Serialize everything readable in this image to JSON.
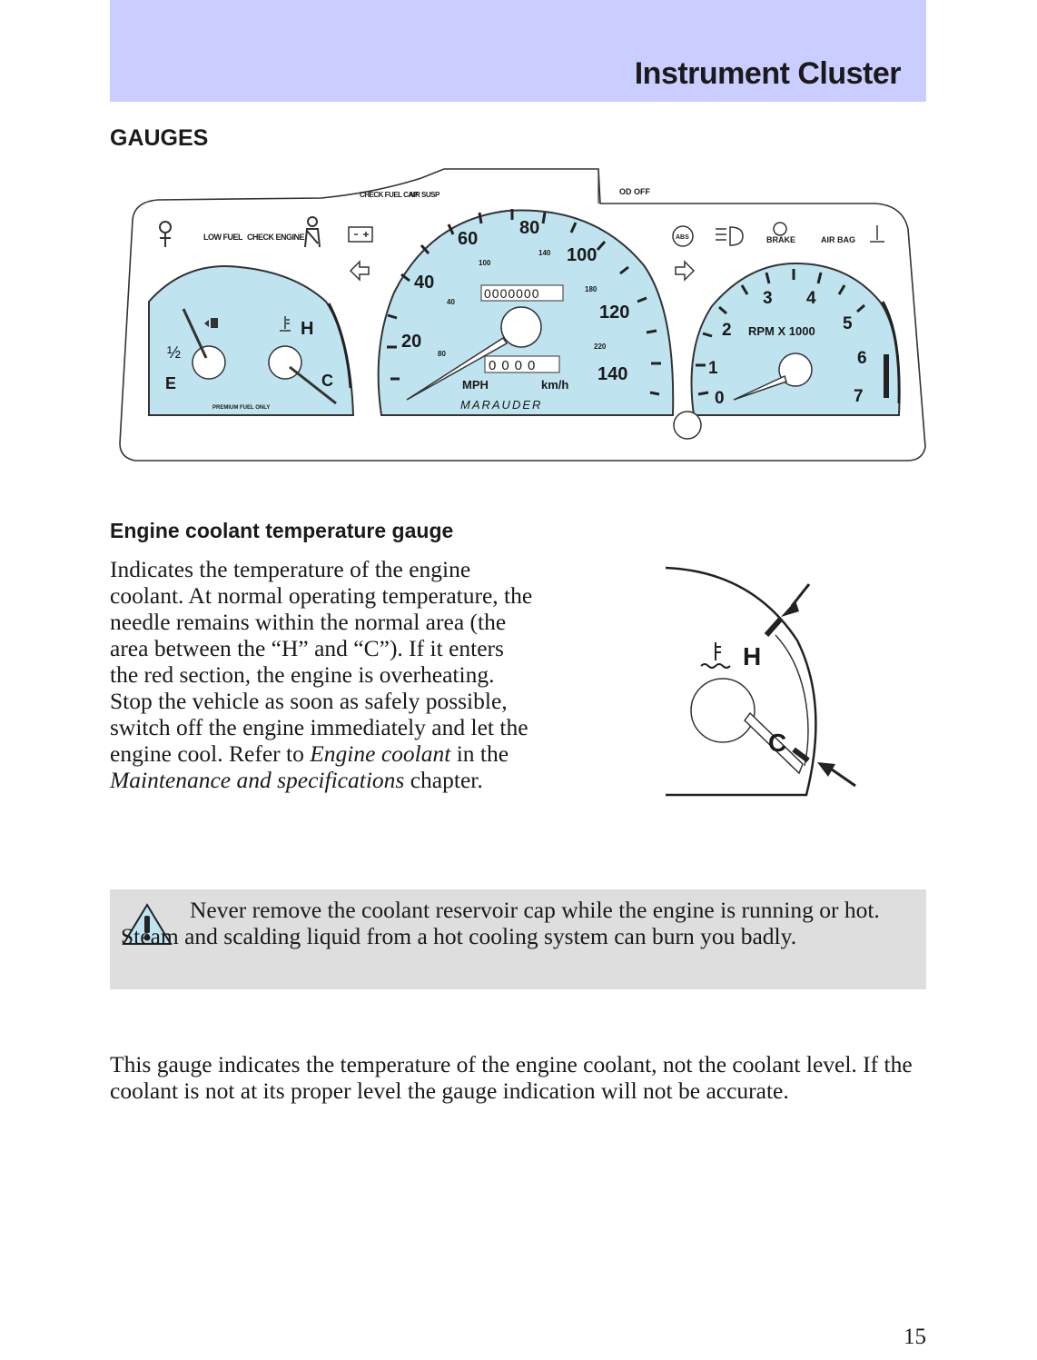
{
  "header": {
    "title": "Instrument Cluster",
    "band_color": "#cacdff"
  },
  "section_title": "GAUGES",
  "cluster": {
    "gauge_fill_color": "#bfe4f0",
    "indicators_left": [
      "LOW FUEL",
      "CHECK ENGINE"
    ],
    "indicators_top": [
      "CHECK FUEL CAP",
      "AIR SUSP",
      "OD OFF"
    ],
    "indicators_right": [
      "BRAKE",
      "AIR BAG"
    ],
    "fuel_gauge": {
      "half": "½",
      "empty": "E",
      "note": "PREMIUM FUEL ONLY"
    },
    "temp_gauge": {
      "hot": "H",
      "cold": "C"
    },
    "speedometer": {
      "mph_ticks": [
        "20",
        "40",
        "60",
        "80",
        "100",
        "120",
        "140"
      ],
      "kmh_ticks": [
        "40",
        "80",
        "100",
        "140",
        "180",
        "220"
      ],
      "odometer": "0000000",
      "tripmeter": "0000",
      "unit_mph": "MPH",
      "unit_kmh": "km/h",
      "brand": "MARAUDER"
    },
    "tachometer": {
      "ticks": [
        "0",
        "1",
        "2",
        "3",
        "4",
        "5",
        "6",
        "7"
      ],
      "unit": "RPM X 1000"
    }
  },
  "subheading": "Engine coolant temperature gauge",
  "body": {
    "text": "Indicates the temperature of the engine coolant. At normal operating temperature, the needle remains within the normal area (the area between the “H” and “C”). If it enters the red section, the engine is overheating. Stop the vehicle as soon as safely possible, switch off the engine immediately and let the engine cool. Refer to ",
    "italic_1": "Engine coolant",
    "text_2": " in the ",
    "italic_2": "Maintenance and specifications",
    "text_3": " chapter."
  },
  "diagram": {
    "hot": "H",
    "cold": "C"
  },
  "warning": {
    "text": "Never remove the coolant reservoir cap while the engine is running or hot. Steam and scalding liquid from a hot cooling system can burn you badly.",
    "box_color": "#dedede"
  },
  "footer_text": "This gauge indicates the temperature of the engine coolant, not the coolant level. If the coolant is not at its proper level the gauge indication will not be accurate.",
  "page_number": "15"
}
